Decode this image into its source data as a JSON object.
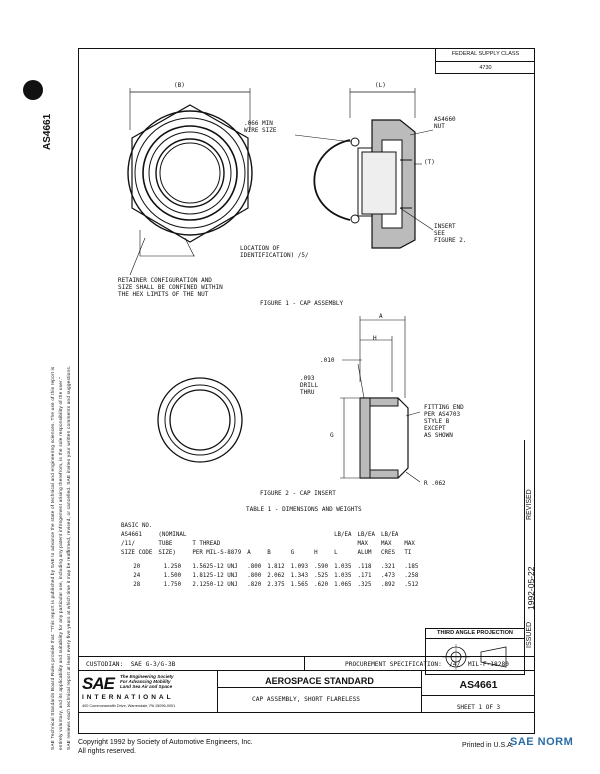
{
  "side": {
    "doc_number": "AS4661",
    "legal_text_1": "SAE Technical Standards Board Rules provide that: \"This report is published by SAE to advance the state of technical and engineering sciences. The use of this report is",
    "legal_text_2": "entirely voluntary, and its applicability and suitability for any particular use, including any patent infringement arising therefrom, is the sole responsibility of the user.\"",
    "legal_text_3": "SAE reviews each technical report at least every five years at which time it may be reaffirmed, revised, or cancelled. SAE invites your written comments and suggestions."
  },
  "federal": {
    "label": "FEDERAL SUPPLY CLASS",
    "value": "4730"
  },
  "revision": {
    "issued": "ISSUED",
    "date": "1992-05-22",
    "revised": "REVISED"
  },
  "figure1": {
    "dim_b": "(B)",
    "dim_l": "(L)",
    "wire": ".066 MIN\nWIRE SIZE",
    "nut": "AS4660\nNUT",
    "dim_t": "(T)",
    "insert": "INSERT\nSEE\nFIGURE 2.",
    "location": "LOCATION OF\nIDENTIFICATION) /5/",
    "retainer": "RETAINER CONFIGURATION AND\nSIZE SHALL BE CONFINED WITHIN\nTHE HEX LIMITS OF THE NUT",
    "caption": "FIGURE 1 - CAP ASSEMBLY"
  },
  "figure2": {
    "dim_a": "A",
    "dim_h": "H",
    "dim_010": ".010",
    "drill": ".093\nDRILL\nTHRU",
    "dim_g": "G",
    "fitting": "FITTING END\nPER AS4703\nSTYLE B\nEXCEPT\nAS SHOWN",
    "radius": "R .062",
    "caption": "FIGURE 2 - CAP INSERT"
  },
  "table": {
    "title": "TABLE 1 - DIMENSIONS AND WEIGHTS",
    "headers": [
      [
        "BASIC NO.",
        "",
        "",
        "",
        "",
        "",
        "",
        "",
        "",
        "",
        ""
      ],
      [
        "AS4661",
        "(NOMINAL",
        "",
        "",
        "",
        "",
        "",
        "LB/EA",
        "LB/EA",
        "LB/EA"
      ],
      [
        "/11/",
        "TUBE",
        "T THREAD",
        "",
        "",
        "",
        "",
        "",
        "MAX",
        "MAX",
        "MAX"
      ],
      [
        "SIZE CODE",
        "SIZE)",
        "PER MIL-S-8879",
        "A",
        "B",
        "G",
        "H",
        "L",
        "ALUM",
        "CRES",
        "TI"
      ]
    ],
    "rows": [
      [
        "20",
        "1.250",
        "1.5625-12 UNJ",
        ".800",
        "1.812",
        "1.093",
        ".590",
        "1.035",
        ".118",
        ".321",
        ".185"
      ],
      [
        "24",
        "1.500",
        "1.8125-12 UNJ",
        ".800",
        "2.062",
        "1.343",
        ".525",
        "1.035",
        ".171",
        ".473",
        ".258"
      ],
      [
        "28",
        "1.750",
        "2.1250-12 UNJ",
        ".820",
        "2.375",
        "1.565",
        ".620",
        "1.065",
        ".325",
        ".892",
        ".512"
      ]
    ]
  },
  "projection": {
    "label": "THIRD ANGLE PROJECTION"
  },
  "titleblock": {
    "custodian": "CUSTODIAN:  SAE G-3/G-3B",
    "procurement": "PROCUREMENT SPECIFICATION:  /4/  MIL-F-18280",
    "sae_logo": "SAE",
    "society": "The Engineering Society\nFor Advancing Mobility\nLand Sea Air and Space",
    "international": "INTERNATIONAL",
    "address": "400 Commonwealth Drive, Warrendale, PA 15096-0001",
    "standard": "AEROSPACE STANDARD",
    "title": "CAP ASSEMBLY, SHORT FLARELESS",
    "docnum": "AS4661",
    "sheet": "SHEET 1 OF 3"
  },
  "footer": {
    "copyright": "Copyright 1992 by Society of Automotive Engineers, Inc.",
    "rights": "All rights reserved.",
    "printed": "Printed in U.S.A.",
    "watermark": "SAE NORM"
  }
}
